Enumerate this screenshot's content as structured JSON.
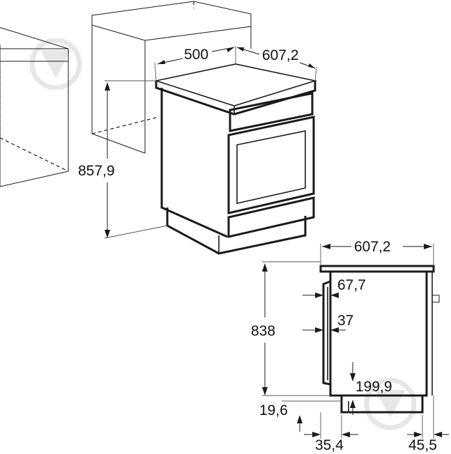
{
  "dimensions": {
    "width_top": "500",
    "depth_top": "607,2",
    "height_total": "857,9",
    "depth_side": "607,2",
    "height_side": "838",
    "handle_offset": "67,7",
    "handle_depth": "37",
    "drawer_height": "199,9",
    "plinth_height": "19,6",
    "front_offset": "35,4",
    "back_offset": "45,5"
  },
  "colors": {
    "line": "#1a1a1a",
    "watermark": "#d9d9d9"
  },
  "icons": [
    "watermark-logo-icon"
  ]
}
